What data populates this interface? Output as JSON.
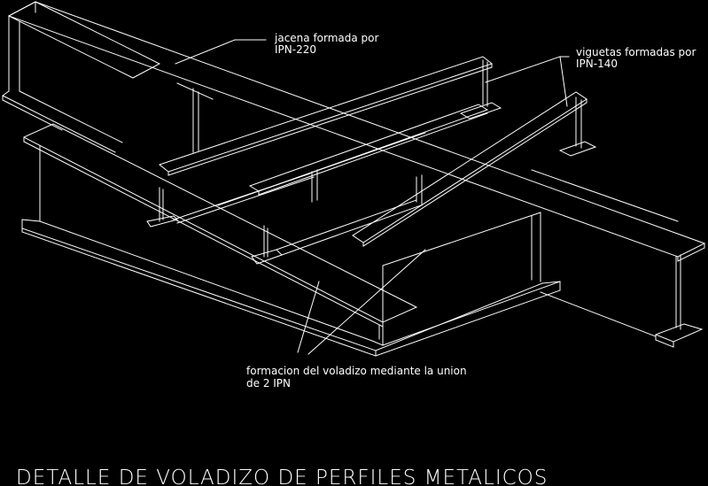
{
  "drawing": {
    "background": "#000000",
    "line_color": "#ffffff",
    "annotations": {
      "jacena": [
        "jacena formada por",
        "IPN-220"
      ],
      "viguetas": [
        "viguetas formadas por",
        "IPN-140"
      ],
      "voladizo": [
        "formacion del voladizo mediante la union",
        "de 2 IPN"
      ]
    },
    "title": "DETALLE DE VOLADIZO DE PERFILES METALICOS"
  }
}
